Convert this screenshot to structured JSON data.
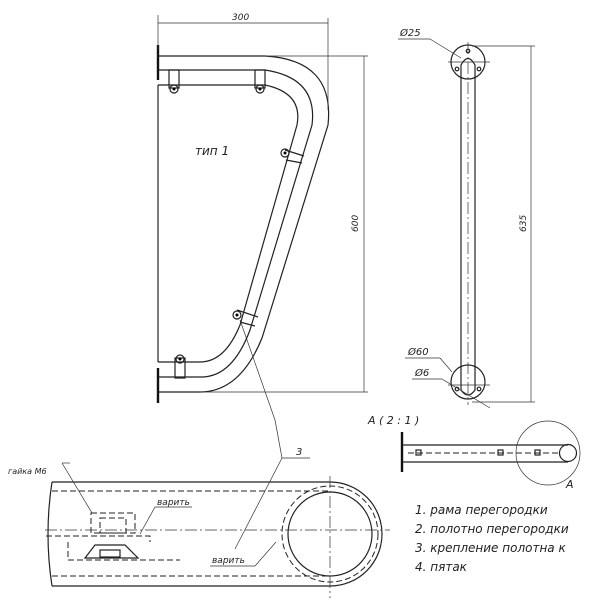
{
  "front_view": {
    "label": "тип 1",
    "dim_width": "300",
    "dim_height": "600"
  },
  "side_view": {
    "dim_plate_dia": "Ø25",
    "dim_height": "635",
    "dim_plate_dia_bottom": "Ø60",
    "dim_hole_dia": "Ø6"
  },
  "detail": {
    "title": "A ( 2 : 1 )",
    "callout": "A"
  },
  "section": {
    "nut_label": "гайка М6",
    "weld_label_1": "варить",
    "weld_label_2": "варить",
    "leader_number": "3"
  },
  "legend": [
    "1. рама перегородки",
    "2. полотно перегородки",
    "3. крепление полотна к",
    "4. пятак"
  ]
}
